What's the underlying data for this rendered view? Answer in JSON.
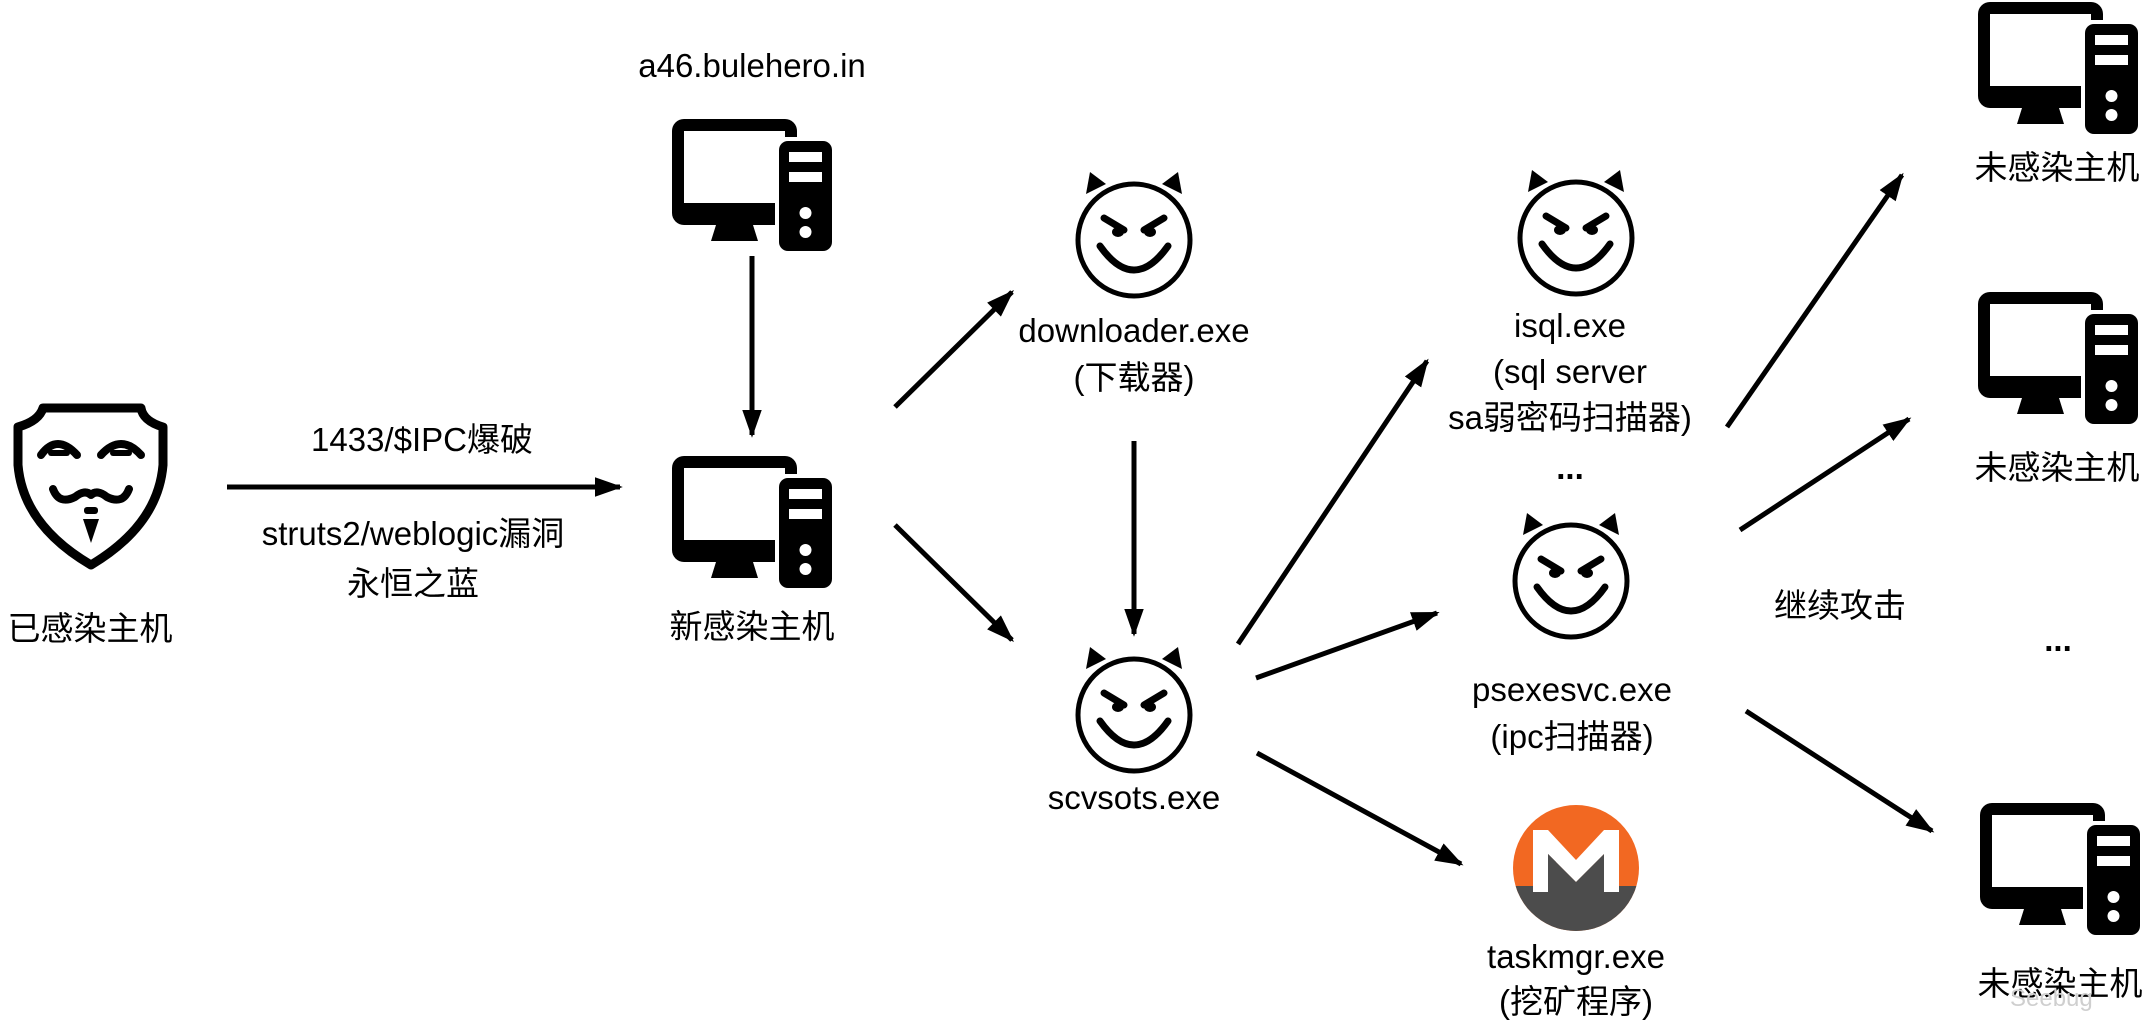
{
  "diagram": {
    "nodes": {
      "infected_host": {
        "label": "已感染主机",
        "icon": "anonymous-mask-icon"
      },
      "c2_server": {
        "label": "a46.bulehero.in",
        "icon": "computer-icon"
      },
      "new_infected_host": {
        "label": "新感染主机",
        "icon": "computer-icon"
      },
      "downloader": {
        "lines": [
          "downloader.exe",
          "(下载器)"
        ],
        "icon": "devil-face-icon"
      },
      "scvsots": {
        "label": "scvsots.exe",
        "icon": "devil-face-icon"
      },
      "isql": {
        "lines": [
          "isql.exe",
          "(sql server",
          "sa弱密码扫描器)"
        ],
        "icon": "devil-face-icon"
      },
      "psexesvc": {
        "lines": [
          "psexesvc.exe",
          "(ipc扫描器)"
        ],
        "icon": "devil-face-icon"
      },
      "taskmgr": {
        "lines": [
          "taskmgr.exe",
          "(挖矿程序)"
        ],
        "icon": "monero-icon"
      },
      "uninfected_hosts": [
        {
          "label": "未感染主机",
          "icon": "computer-icon"
        },
        {
          "label": "未感染主机",
          "icon": "computer-icon"
        },
        {
          "label": "未感染主机",
          "icon": "computer-icon"
        }
      ]
    },
    "edge_labels": {
      "attack_top": "1433/$IPC爆破",
      "attack_bottom_1": "struts2/weblogic漏洞",
      "attack_bottom_2": "永恒之蓝",
      "continue_attack": "继续攻击"
    },
    "ellipsis_middle": "...",
    "ellipsis_right": "...",
    "edges": [
      {
        "from": "infected_host",
        "to": "new_infected_host"
      },
      {
        "from": "c2_server",
        "to": "new_infected_host"
      },
      {
        "from": "new_infected_host",
        "to": "downloader"
      },
      {
        "from": "new_infected_host",
        "to": "scvsots"
      },
      {
        "from": "downloader",
        "to": "scvsots"
      },
      {
        "from": "scvsots",
        "to": "isql"
      },
      {
        "from": "scvsots",
        "to": "psexesvc"
      },
      {
        "from": "scvsots",
        "to": "taskmgr"
      },
      {
        "from": "isql",
        "to": "uninfected_hosts.0"
      },
      {
        "from": "psexesvc",
        "to": "uninfected_hosts.1"
      },
      {
        "from": "psexesvc",
        "to": "uninfected_hosts.2"
      }
    ],
    "colors": {
      "ink": "#000000",
      "monero_orange": "#F26822",
      "monero_gray": "#4C4C4C"
    },
    "watermark": "Seebug"
  }
}
